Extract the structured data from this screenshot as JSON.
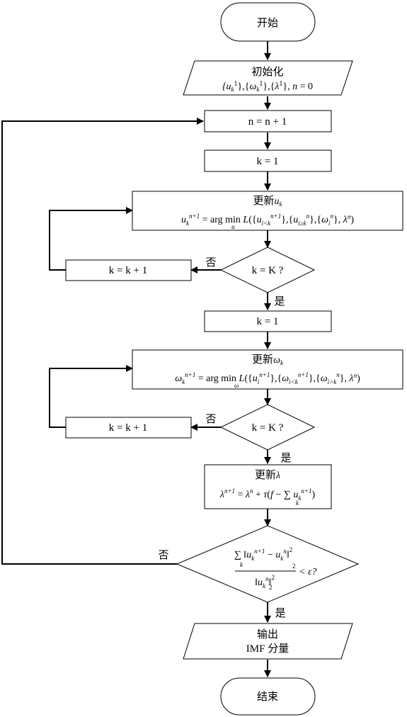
{
  "nodes": {
    "start": "开始",
    "init_title": "初始化",
    "init_params": "{u",
    "step_n": "n = n + 1",
    "k1_a": "k = 1",
    "update_u_title": "更新",
    "update_u_var": "u",
    "dec1": "k = K ?",
    "k_inc1": "k = k + 1",
    "k1_b": "k = 1",
    "update_w_title": "更新",
    "update_w_var": "ω",
    "dec2": "k = K ?",
    "k_inc2": "k = k + 1",
    "update_l_title": "更新",
    "update_l_var": "λ",
    "output_line1": "输出",
    "output_line2": "IMF 分量",
    "end": "结束"
  },
  "labels": {
    "yes": "是",
    "no": "否"
  },
  "formulas": {
    "argmin": "arg min",
    "L": "L",
    "lambda_eq": "λ",
    "eps_cond": "< ε?"
  }
}
